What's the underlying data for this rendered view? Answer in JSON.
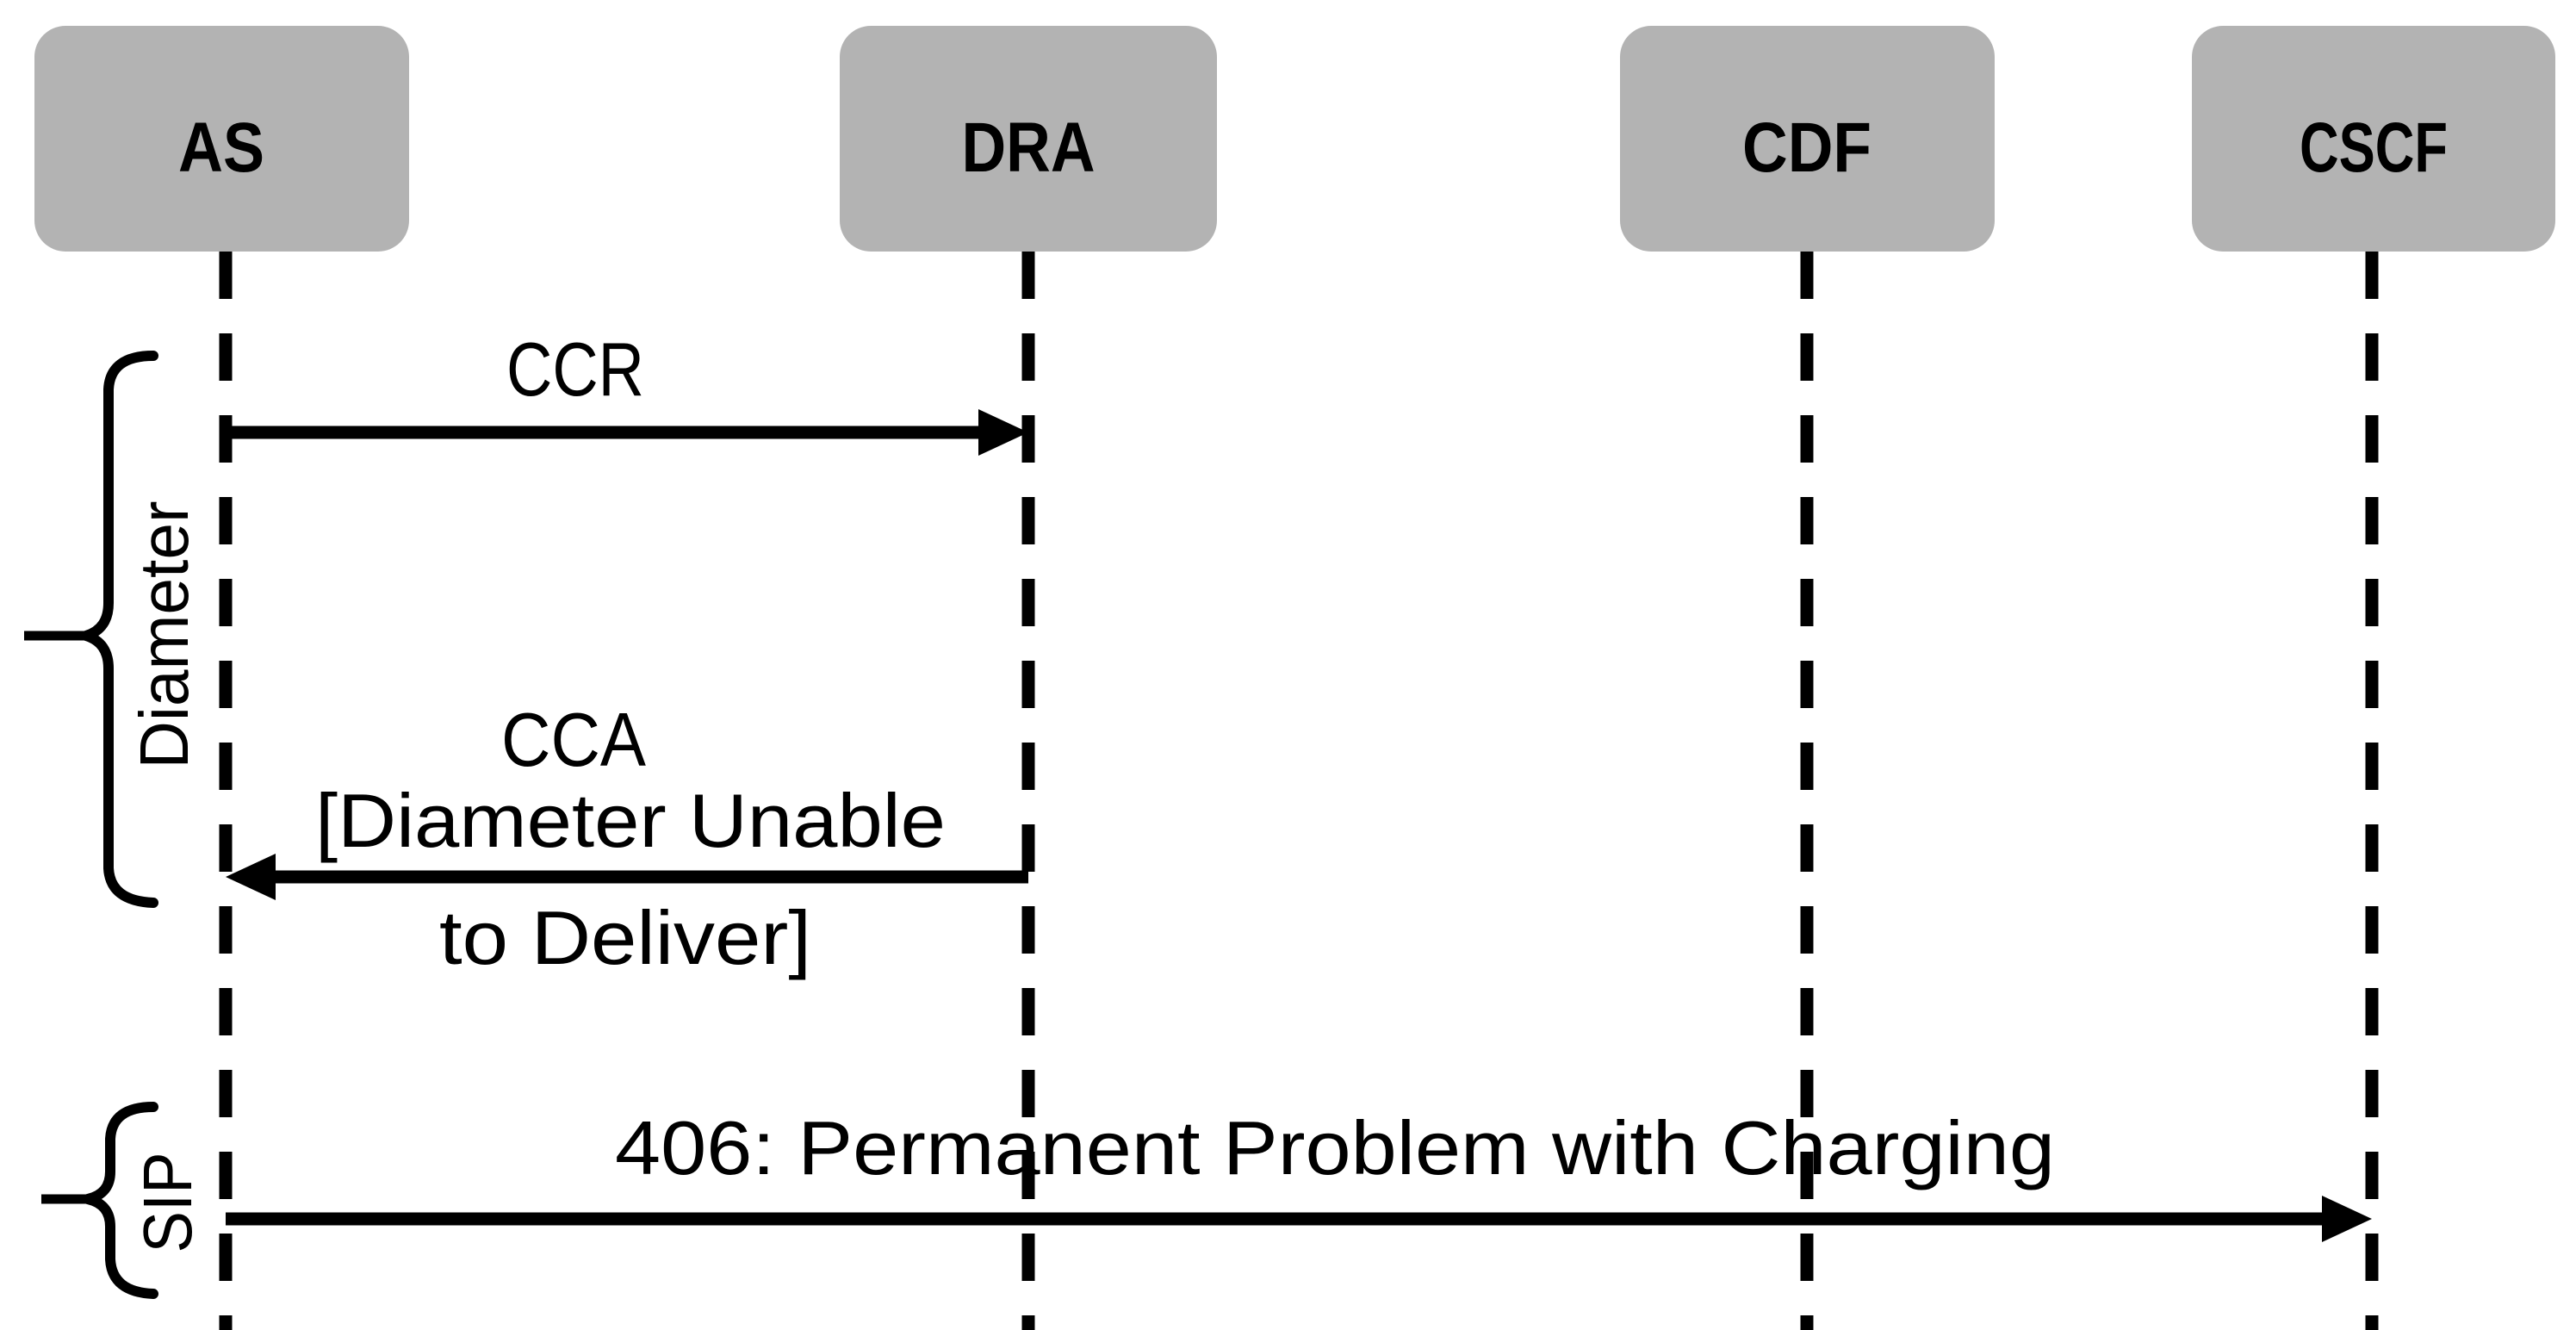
{
  "diagram": {
    "type": "sequence-diagram",
    "colors": {
      "background": "#ffffff",
      "participant_fill": "#b3b3b3",
      "line": "#000000"
    },
    "participants": [
      {
        "id": "AS",
        "label": "AS"
      },
      {
        "id": "DRA",
        "label": "DRA"
      },
      {
        "id": "CDF",
        "label": "CDF"
      },
      {
        "id": "CSCF",
        "label": "CSCF"
      }
    ],
    "protocol_groups": [
      {
        "label": "Diameter"
      },
      {
        "label": "SIP"
      }
    ],
    "messages": [
      {
        "from": "AS",
        "to": "DRA",
        "protocol": "Diameter",
        "label": "CCR"
      },
      {
        "from": "DRA",
        "to": "AS",
        "protocol": "Diameter",
        "lines": [
          "CCA",
          "[Diameter Unable",
          "to Deliver]"
        ]
      },
      {
        "from": "AS",
        "to": "CSCF",
        "protocol": "SIP",
        "label": "406: Permanent Problem with Charging"
      }
    ]
  }
}
